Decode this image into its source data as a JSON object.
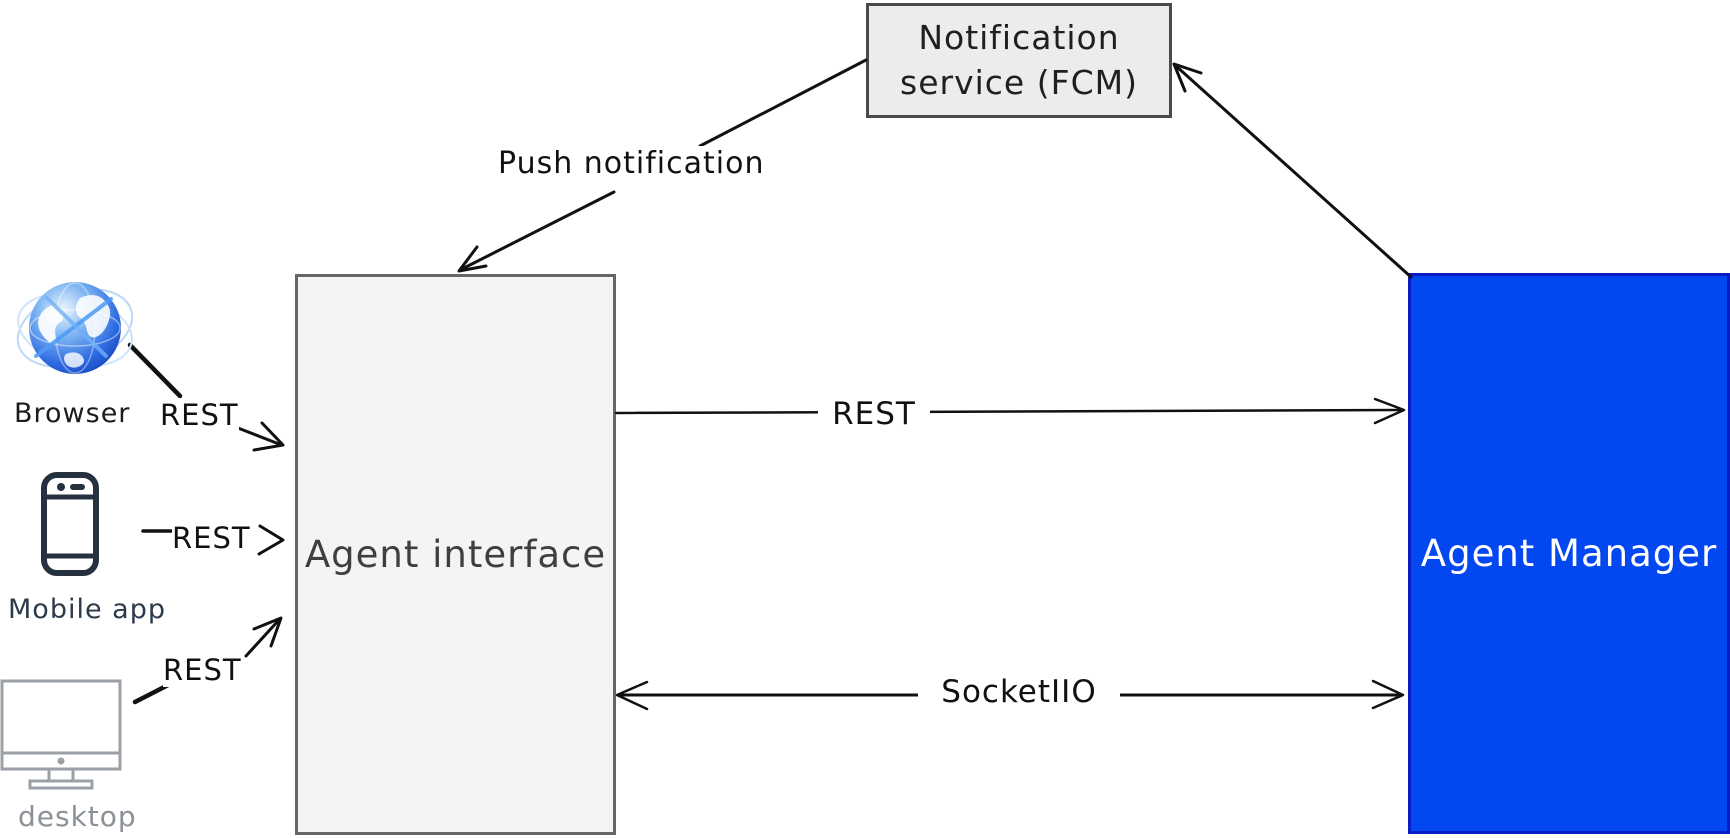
{
  "diagram": {
    "background": "#ffffff",
    "stroke_color": "#111111",
    "nodes": {
      "notification_service": {
        "line1": "Notification",
        "line2": "service (FCM)",
        "fill": "#ececec",
        "border": "#4a4a4a",
        "text_color": "#1f1f1f"
      },
      "agent_interface": {
        "label": "Agent interface",
        "fill": "#f4f4f4",
        "border": "#666666",
        "text_color": "#3f3f3f"
      },
      "agent_manager": {
        "label": "Agent Manager",
        "fill": "#0247ef",
        "border": "#0a1dc4",
        "text_color": "#ffffff"
      }
    },
    "clients": [
      {
        "label": "Browser",
        "icon": "globe-icon",
        "edge_label": "REST"
      },
      {
        "label": "Mobile app",
        "icon": "smartphone-icon",
        "edge_label": "REST"
      },
      {
        "label": "desktop",
        "icon": "monitor-icon",
        "edge_label": "REST"
      }
    ],
    "edges": {
      "interface_to_manager": "REST",
      "socket_bidirectional": "SocketIIO",
      "push_to_interface": "Push notification"
    }
  }
}
